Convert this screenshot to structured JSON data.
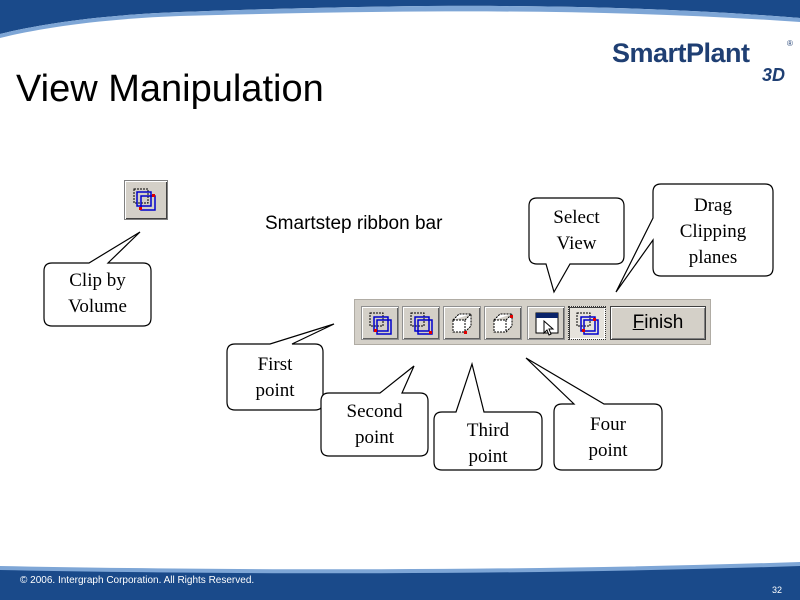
{
  "slide": {
    "title": "View Manipulation",
    "ribbon_label": "Smartstep ribbon bar",
    "footer": "© 2006. Intergraph Corporation. All Rights Reserved.",
    "page_number": "32"
  },
  "logo": {
    "main": "SmartPlant",
    "reg": "®",
    "suffix": "3D"
  },
  "ribbon": {
    "buttons": [
      "first-point-icon",
      "second-point-icon",
      "third-point-icon",
      "fourth-point-icon",
      "select-view-icon",
      "drag-clipping-planes-icon"
    ],
    "finish_label_underlined": "F",
    "finish_label_rest": "inish"
  },
  "callouts": {
    "clip_by_volume": [
      "Clip by",
      "Volume"
    ],
    "first_point": [
      "First",
      "point"
    ],
    "second_point": [
      "Second",
      "point"
    ],
    "third_point": [
      "Third",
      "point"
    ],
    "four_point": [
      "Four",
      "point"
    ],
    "select_view": [
      "Select",
      "View"
    ],
    "drag_clipping": [
      "Drag",
      "Clipping",
      "planes"
    ]
  },
  "colors": {
    "brand_blue": "#1f3f73",
    "band_blue": "#1a4a8a",
    "toolbar_gray": "#d4d0c8"
  }
}
